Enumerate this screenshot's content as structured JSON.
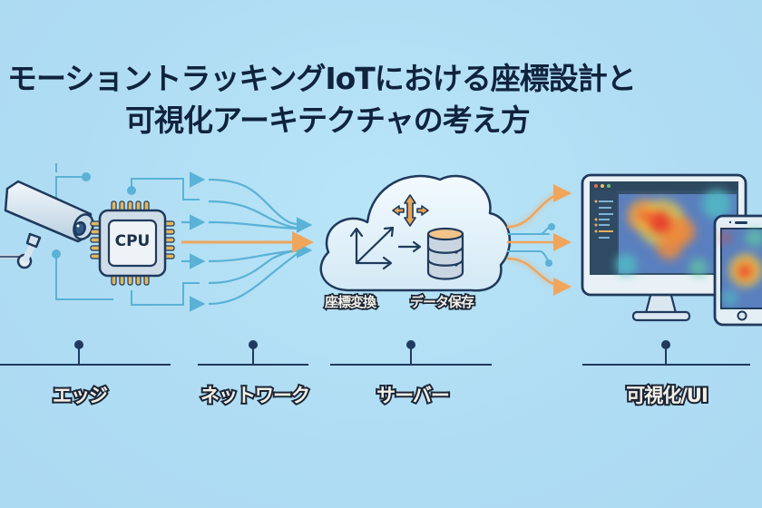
{
  "title": {
    "line1": "モーショントラッキングIoTにおける座標設計と",
    "line2": "可視化アーキテクチャの考え方"
  },
  "edge": {
    "camera_icon": "security-camera-icon",
    "chip_icon": "cpu-chip-icon",
    "chip_label": "CPU"
  },
  "server": {
    "cloud_icon": "cloud-icon",
    "labels": [
      "座標変換",
      "データ保存"
    ],
    "icons": [
      "coordinate-axes-icon",
      "move-arrows-icon",
      "database-icon"
    ]
  },
  "ui": {
    "monitor_icon": "desktop-monitor-icon",
    "phone_icon": "smartphone-icon",
    "content": "heatmap"
  },
  "stages": [
    {
      "label": "エッジ"
    },
    {
      "label": "ネットワーク"
    },
    {
      "label": "サーバー"
    },
    {
      "label": "可視化/UI"
    }
  ],
  "colors": {
    "background": "#b1dff4",
    "title_text": "#10233d",
    "line_dark": "#1f3a5c",
    "flow_blue": "#5ab2d6",
    "flow_orange": "#f0a55c",
    "heat_red": "#e8442e"
  }
}
